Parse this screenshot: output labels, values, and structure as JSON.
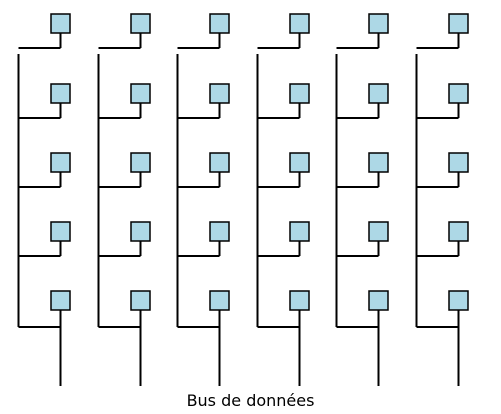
{
  "caption": "Bus de données",
  "diagram": {
    "columns": 6,
    "boxes_per_column": 5,
    "colors": {
      "box_fill": "#add8e6",
      "stroke": "#000000",
      "background": "#ffffff"
    }
  }
}
